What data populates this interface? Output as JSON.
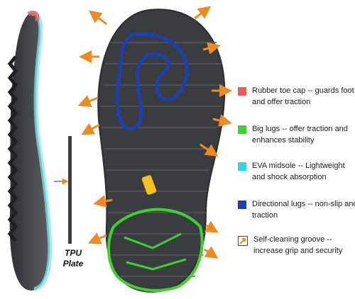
{
  "legend": [
    {
      "color": "#ef5a5f",
      "text": "Rubber toe cap -- guards foot and offer traction"
    },
    {
      "color": "#3ed22a",
      "text": "Big lugs -- offer traction and enhances stability"
    },
    {
      "color": "#2fd6e6",
      "text": "EVA midsole -- Lightweight and shock absorption"
    },
    {
      "color": "#1f3fb0",
      "text": "Directional lugs -- non-slip and traction"
    },
    {
      "icon": "orange-arrow-icon",
      "text": "Self-cleaning groove -- increase grip and security"
    }
  ],
  "plate_label_line1": "TPU",
  "plate_label_line2": "Plate",
  "colors": {
    "arrow": "#f08a1f",
    "sole": "#3a3d40",
    "logo": "#f4c21b"
  }
}
